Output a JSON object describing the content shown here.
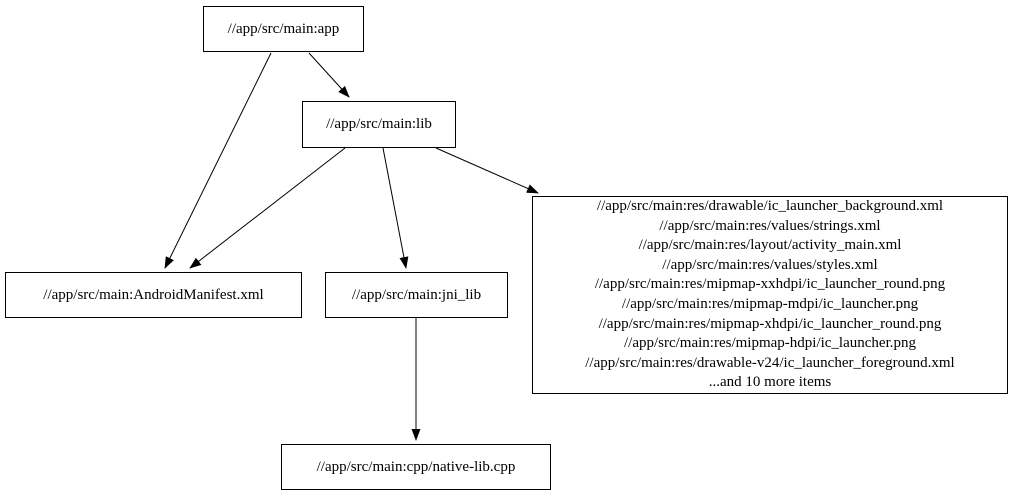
{
  "colors": {
    "background": "#ffffff",
    "node_border": "#000000",
    "edge": "#000000",
    "text": "#000000"
  },
  "nodes": {
    "app": {
      "label": "//app/src/main:app"
    },
    "lib": {
      "label": "//app/src/main:lib"
    },
    "manifest": {
      "label": "//app/src/main:AndroidManifest.xml"
    },
    "jni_lib": {
      "label": "//app/src/main:jni_lib"
    },
    "cpp": {
      "label": "//app/src/main:cpp/native-lib.cpp"
    },
    "resources": {
      "lines": [
        "//app/src/main:res/drawable/ic_launcher_background.xml",
        "//app/src/main:res/values/strings.xml",
        "//app/src/main:res/layout/activity_main.xml",
        "//app/src/main:res/values/styles.xml",
        "//app/src/main:res/mipmap-xxhdpi/ic_launcher_round.png",
        "//app/src/main:res/mipmap-mdpi/ic_launcher.png",
        "//app/src/main:res/mipmap-xhdpi/ic_launcher_round.png",
        "//app/src/main:res/mipmap-hdpi/ic_launcher.png",
        "//app/src/main:res/drawable-v24/ic_launcher_foreground.xml",
        "...and 10 more items"
      ]
    }
  },
  "edges": [
    {
      "from": "app",
      "to": "lib"
    },
    {
      "from": "app",
      "to": "manifest"
    },
    {
      "from": "lib",
      "to": "manifest"
    },
    {
      "from": "lib",
      "to": "jni_lib"
    },
    {
      "from": "lib",
      "to": "resources"
    },
    {
      "from": "jni_lib",
      "to": "cpp"
    }
  ]
}
